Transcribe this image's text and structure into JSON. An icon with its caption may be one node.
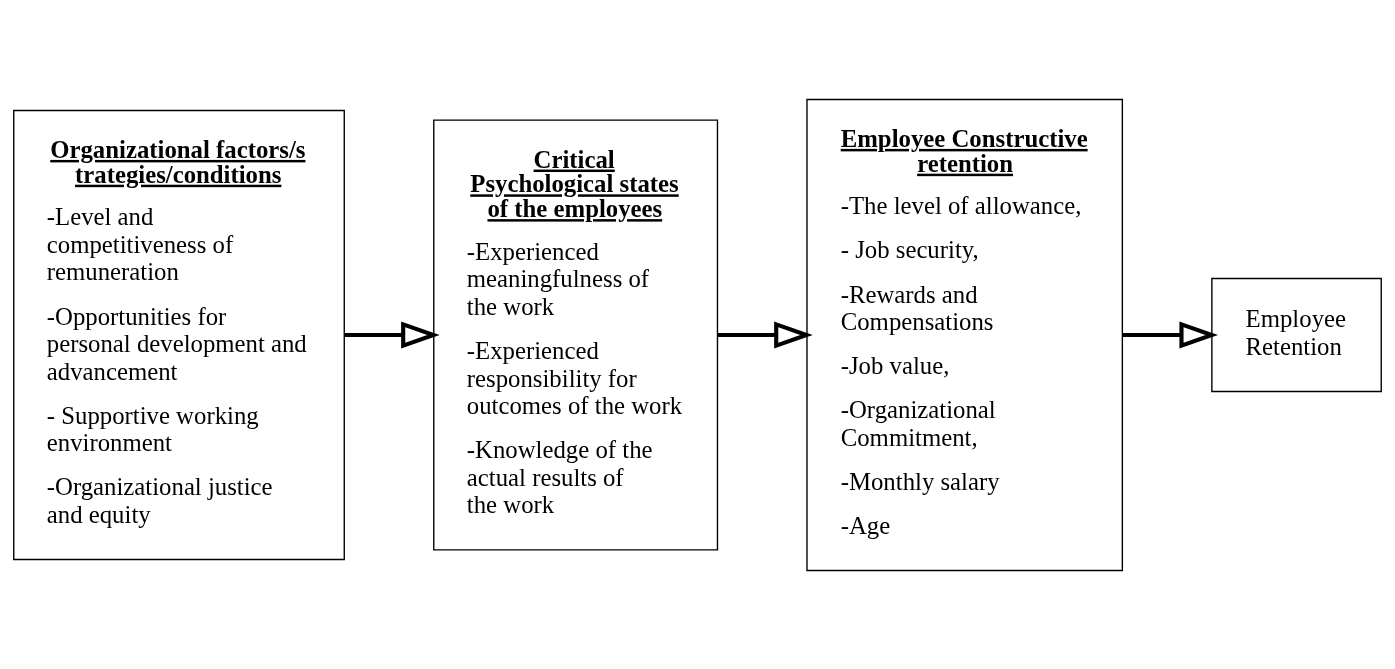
{
  "diagram": {
    "nodes": [
      {
        "text": [
          "Organizational factors/strategies/conditions",
          "-Level and competitiveness of remuneration",
          "-Opportunities for personal development and advancement",
          "- Supportive working environment",
          "-Organizational justice and equity"
        ]
      },
      {
        "text": [
          "Critical Psychological states of the employees",
          "-Experienced meaningfulness of the work",
          "-Experienced responsibility for outcomes of the work",
          "-Knowledge of the actual results of the work"
        ]
      },
      {
        "text": [
          "Employee Constructive retention",
          "-The level of allowance,",
          "- Job security,",
          "-Rewards and Compensations",
          "-Job value,",
          "-Organizational Commitment,",
          "-Monthly salary",
          "-Age"
        ]
      },
      {
        "text": [
          "Employee Retention"
        ]
      }
    ],
    "edges": [
      {
        "from": 0,
        "to": 1,
        "arrow": "to"
      },
      {
        "from": 1,
        "to": 2,
        "arrow": "to"
      },
      {
        "from": 2,
        "to": 3,
        "arrow": "to"
      }
    ]
  }
}
